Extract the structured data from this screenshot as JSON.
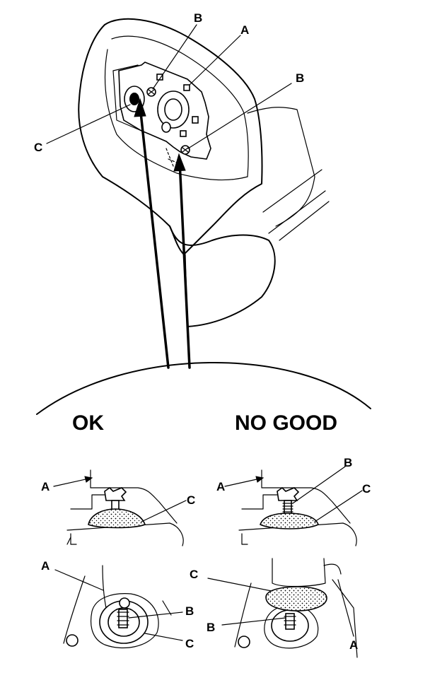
{
  "top_view": {
    "label_a": "A",
    "label_b_top": "B",
    "label_b_right": "B",
    "label_c": "C"
  },
  "comparison": {
    "ok_heading": "OK",
    "no_good_heading": "NO GOOD"
  },
  "ok_side": {
    "label_a": "A",
    "label_c": "C"
  },
  "no_good_side": {
    "label_a": "A",
    "label_b": "B",
    "label_c": "C"
  },
  "ok_bottom": {
    "label_a": "A",
    "label_b": "B",
    "label_c": "C"
  },
  "no_good_bottom": {
    "label_c": "C",
    "label_b": "B",
    "label_a": "A"
  }
}
